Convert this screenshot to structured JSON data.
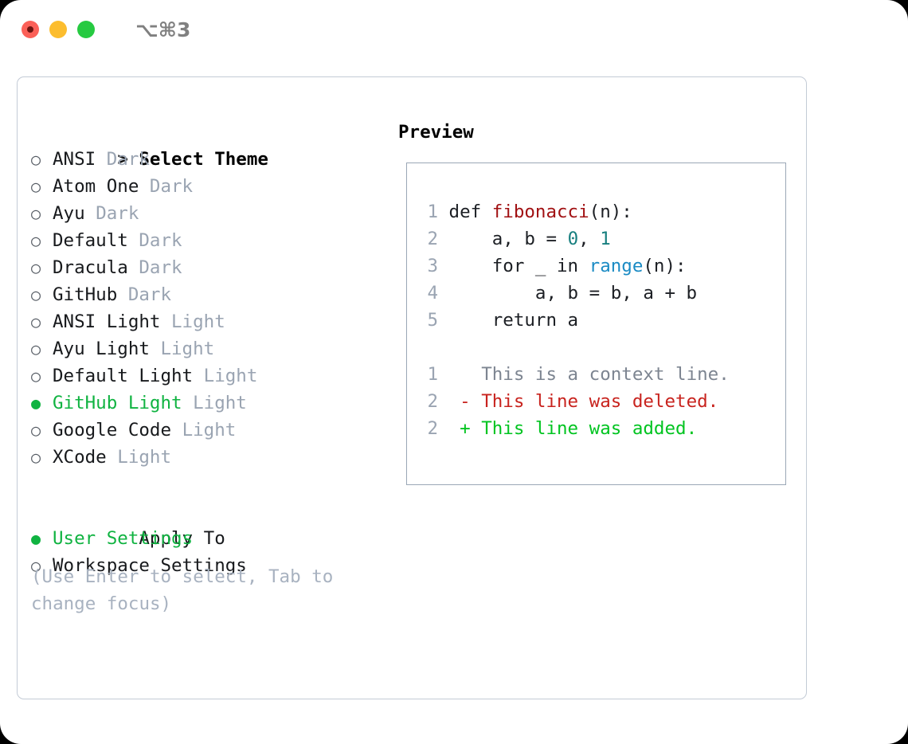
{
  "window": {
    "shortcut": "⌥⌘3",
    "traffic_lights": [
      "close",
      "minimize",
      "zoom"
    ],
    "accent_green": "#10b341",
    "border_color": "#c3cbd6"
  },
  "theme_list": {
    "header_marker": ">",
    "header_label": "Select Theme",
    "unselected_marker": "○",
    "selected_marker": "●",
    "items": [
      {
        "name": "ANSI",
        "tag": "Dark",
        "selected": false
      },
      {
        "name": "Atom One",
        "tag": "Dark",
        "selected": false
      },
      {
        "name": "Ayu",
        "tag": "Dark",
        "selected": false
      },
      {
        "name": "Default",
        "tag": "Dark",
        "selected": false
      },
      {
        "name": "Dracula",
        "tag": "Dark",
        "selected": false
      },
      {
        "name": "GitHub",
        "tag": "Dark",
        "selected": false
      },
      {
        "name": "ANSI Light",
        "tag": "Light",
        "selected": false
      },
      {
        "name": "Ayu Light",
        "tag": "Light",
        "selected": false
      },
      {
        "name": "Default Light",
        "tag": "Light",
        "selected": false
      },
      {
        "name": "GitHub Light",
        "tag": "Light",
        "selected": true
      },
      {
        "name": "Google Code",
        "tag": "Light",
        "selected": false
      },
      {
        "name": "XCode",
        "tag": "Light",
        "selected": false
      }
    ]
  },
  "apply_to": {
    "header_label": "Apply To",
    "items": [
      {
        "name": "User Settings",
        "selected": true
      },
      {
        "name": "Workspace Settings",
        "selected": false
      }
    ]
  },
  "hint": "(Use Enter to select, Tab to change focus)",
  "preview": {
    "title": "Preview",
    "code_lines": [
      {
        "number": "1",
        "tokens": [
          {
            "text": "def ",
            "kind": "plain"
          },
          {
            "text": "fibonacci",
            "kind": "fn"
          },
          {
            "text": "(n):",
            "kind": "plain"
          }
        ]
      },
      {
        "number": "2",
        "tokens": [
          {
            "text": "    a, b = ",
            "kind": "plain"
          },
          {
            "text": "0",
            "kind": "num"
          },
          {
            "text": ", ",
            "kind": "plain"
          },
          {
            "text": "1",
            "kind": "num"
          }
        ]
      },
      {
        "number": "3",
        "tokens": [
          {
            "text": "    for _ in ",
            "kind": "plain"
          },
          {
            "text": "range",
            "kind": "builtin"
          },
          {
            "text": "(n):",
            "kind": "plain"
          }
        ]
      },
      {
        "number": "4",
        "tokens": [
          {
            "text": "        a, b = b, a + b",
            "kind": "plain"
          }
        ]
      },
      {
        "number": "5",
        "tokens": [
          {
            "text": "    return a",
            "kind": "plain"
          }
        ]
      }
    ],
    "diff_lines": [
      {
        "number": "1",
        "sign": " ",
        "text": "This is a context line.",
        "kind": "ctx"
      },
      {
        "number": "2",
        "sign": "-",
        "text": "This line was deleted.",
        "kind": "del"
      },
      {
        "number": "2",
        "sign": "+",
        "text": "This line was added.",
        "kind": "add"
      }
    ]
  }
}
